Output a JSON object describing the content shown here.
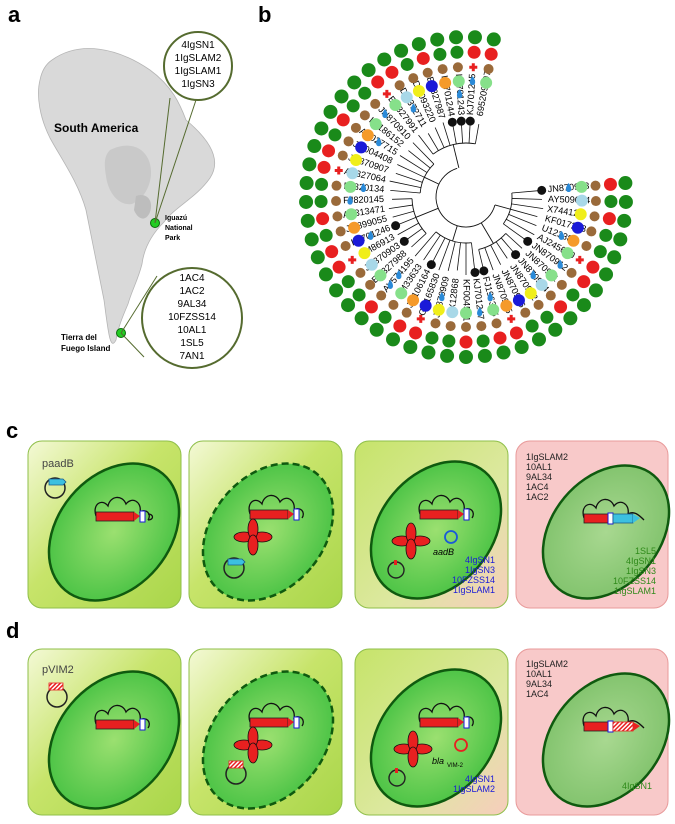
{
  "panels": {
    "a": "a",
    "b": "b",
    "c": "c",
    "d": "d"
  },
  "map": {
    "continent": "South America",
    "iguazu": [
      "Iguazú",
      "National",
      "Park"
    ],
    "tdf": [
      "Tierra del",
      "Fuego Island"
    ],
    "iguazu_strains": [
      "4IgSN1",
      "1IgSLAM2",
      "1IgSLAM1",
      "1IgSN3"
    ],
    "tdf_strains": [
      "1AC4",
      "1AC2",
      "9AL34",
      "10FZSS14",
      "10AL1",
      "1SL5",
      "7AN1"
    ]
  },
  "tree": {
    "leaves": [
      "JN870908",
      "AY509004",
      "X74412",
      "KF017283",
      "U12338",
      "AJ245670",
      "JN870912",
      "JN870911",
      "JN870904",
      "JN870902",
      "JN870906",
      "JN870905",
      "FJ196385",
      "KJ701247",
      "KF004521",
      "X12868",
      "JN870909",
      "GU165830",
      "JN106164",
      "M33633",
      "AY574195",
      "EU327988",
      "JN870903",
      "M86913",
      "KJ701246",
      "JQ899055",
      "AF313471",
      "FJ820145",
      "FJ820134",
      "AF327064",
      "JN870907",
      "JQ004408",
      "AB027715",
      "KJ186152",
      "JN870910",
      "EU327991",
      "DQ372711",
      "DQ093220",
      "EU327987",
      "KJ701244",
      "KJ701243",
      "KJ701245",
      "695209197"
    ],
    "colors": {
      "dark_green": "#1a8a1a",
      "light_green": "#86e08a",
      "red": "#e82020",
      "blue": "#1a1ad8",
      "light_blue": "#a8d8e8",
      "yellow": "#f0ee1a",
      "orange": "#f59a2a",
      "brown": "#9a6a3a",
      "drop": "#2a8ad8"
    }
  },
  "panel_c": {
    "plasmid": "paadB",
    "gene": "aadB",
    "cell3_strains": [
      "4IgSN1",
      "1IgSN3",
      "10FZSS14",
      "1IgSLAM1"
    ],
    "cell4_black": [
      "1IgSLAM2",
      "10AL1",
      "9AL34",
      "1AC4",
      "1AC2"
    ],
    "cell4_green": [
      "1SL5",
      "4IgSN1",
      "1IgSN3",
      "10FZSS14",
      "1IgSLAM1"
    ]
  },
  "panel_d": {
    "plasmid": "pVIM2",
    "gene": "bla",
    "gene_sub": "VIM-2",
    "cell3_strains": [
      "4IgSN1",
      "1IgSLAM2"
    ],
    "cell4_black": [
      "1IgSLAM2",
      "10AL1",
      "9AL34",
      "1AC4"
    ],
    "cell4_green": [
      "4IgSN1"
    ]
  }
}
